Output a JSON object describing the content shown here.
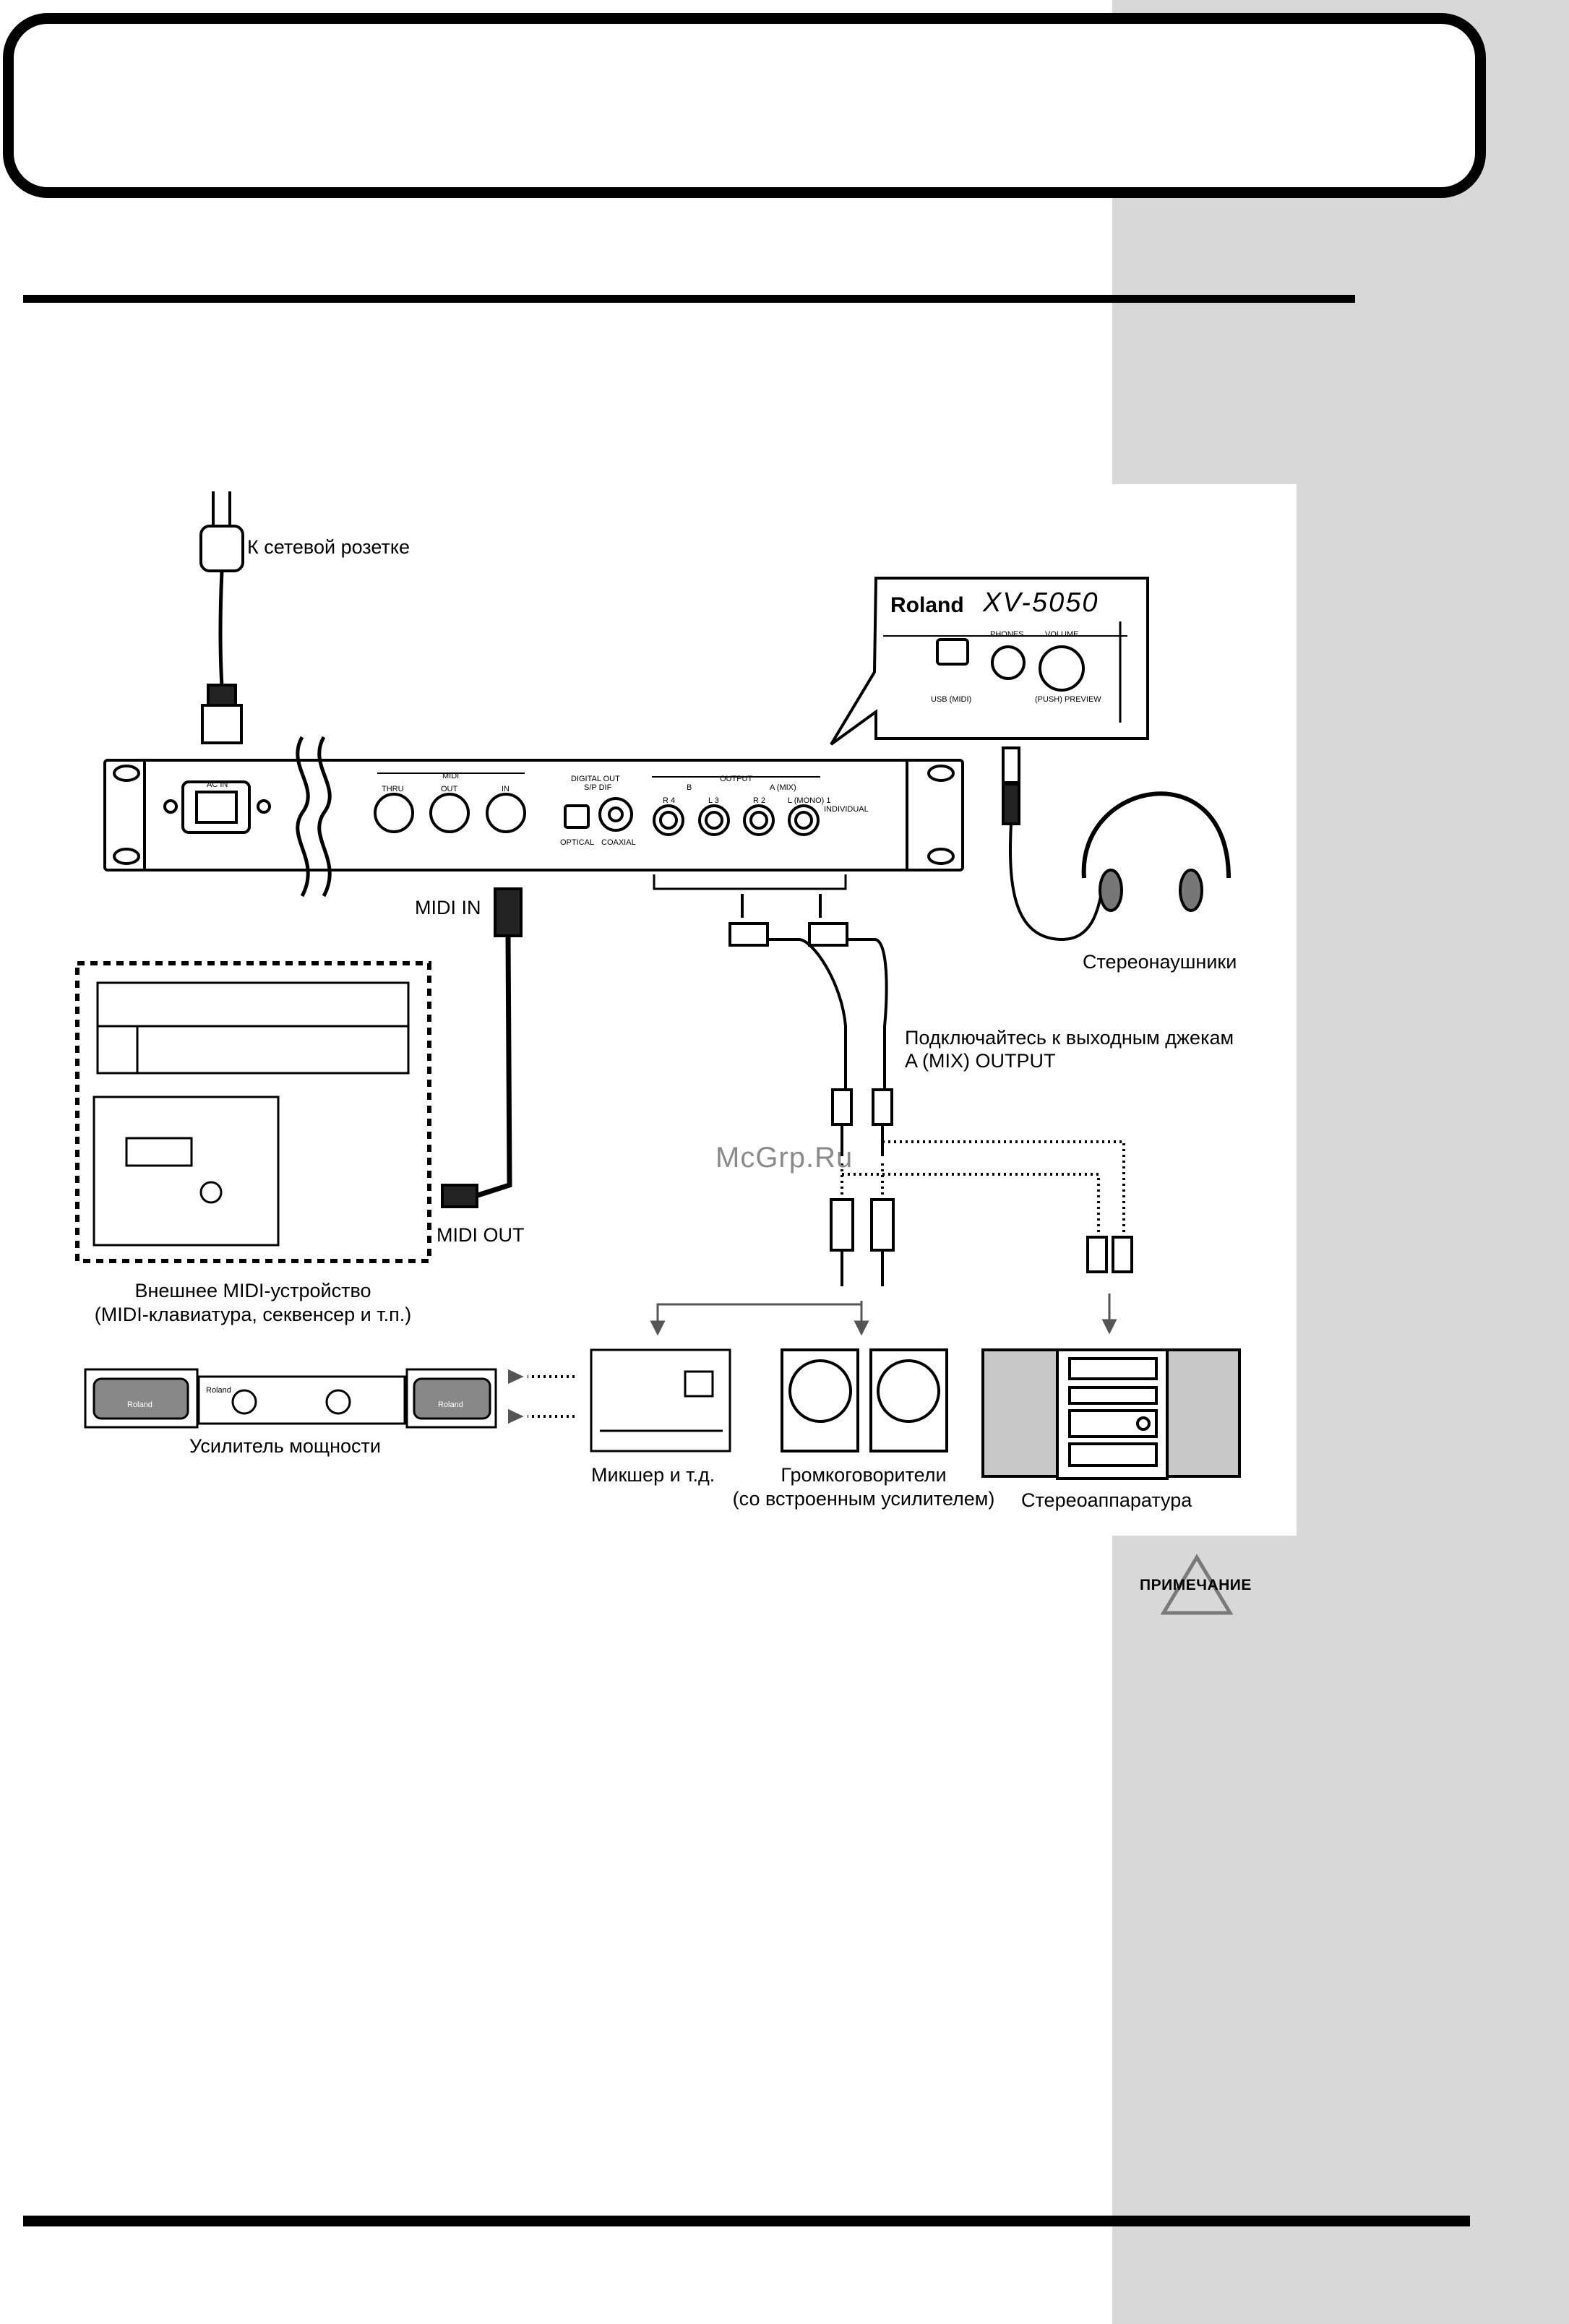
{
  "labels": {
    "power_outlet": "К сетевой розетке",
    "midi_in": "MIDI IN",
    "midi_out": "MIDI OUT",
    "headphones": "Стереонаушники",
    "connect_line1": "Подключайтесь к выходным джекам",
    "connect_line2": "A (MIX) OUTPUT",
    "ext_midi_line1": "Внешнее MIDI-устройство",
    "ext_midi_line2": "(MIDI-клавиатура, секвенсер и т.п.)",
    "amplifier": "Усилитель мощности",
    "mixer": "Микшер и т.д.",
    "speakers_line1": "Громкоговорители",
    "speakers_line2": "(со встроенным усилителем)",
    "stereo": "Стереоаппаратура",
    "note": "ПРИМЕЧАНИЕ",
    "watermark": "McGrp.Ru"
  },
  "front_panel": {
    "brand": "Roland",
    "model": "XV-5050",
    "usb_label": "USB (MIDI)",
    "phones_label": "PHONES",
    "volume_label": "VOLUME",
    "push_preview": "(PUSH) PREVIEW"
  },
  "rear_panel": {
    "ac_in": "AC IN",
    "midi_group": "MIDI",
    "midi_thru": "THRU",
    "midi_out": "OUT",
    "midi_in": "IN",
    "digital_out": "DIGITAL OUT",
    "spdif": "S/P DIF",
    "optical": "OPTICAL",
    "coaxial": "COAXIAL",
    "output_group": "OUTPUT",
    "out_b": "B",
    "out_a": "A (MIX)",
    "jack_r4": "R 4",
    "jack_l3": "L 3",
    "jack_r2": "R 2",
    "jack_l1": "L (MONO) 1",
    "individual": "INDIVIDUAL"
  },
  "equipment": {
    "speaker_brand_left": "Roland",
    "speaker_brand_right": "Roland",
    "amp_brand": "Roland"
  }
}
